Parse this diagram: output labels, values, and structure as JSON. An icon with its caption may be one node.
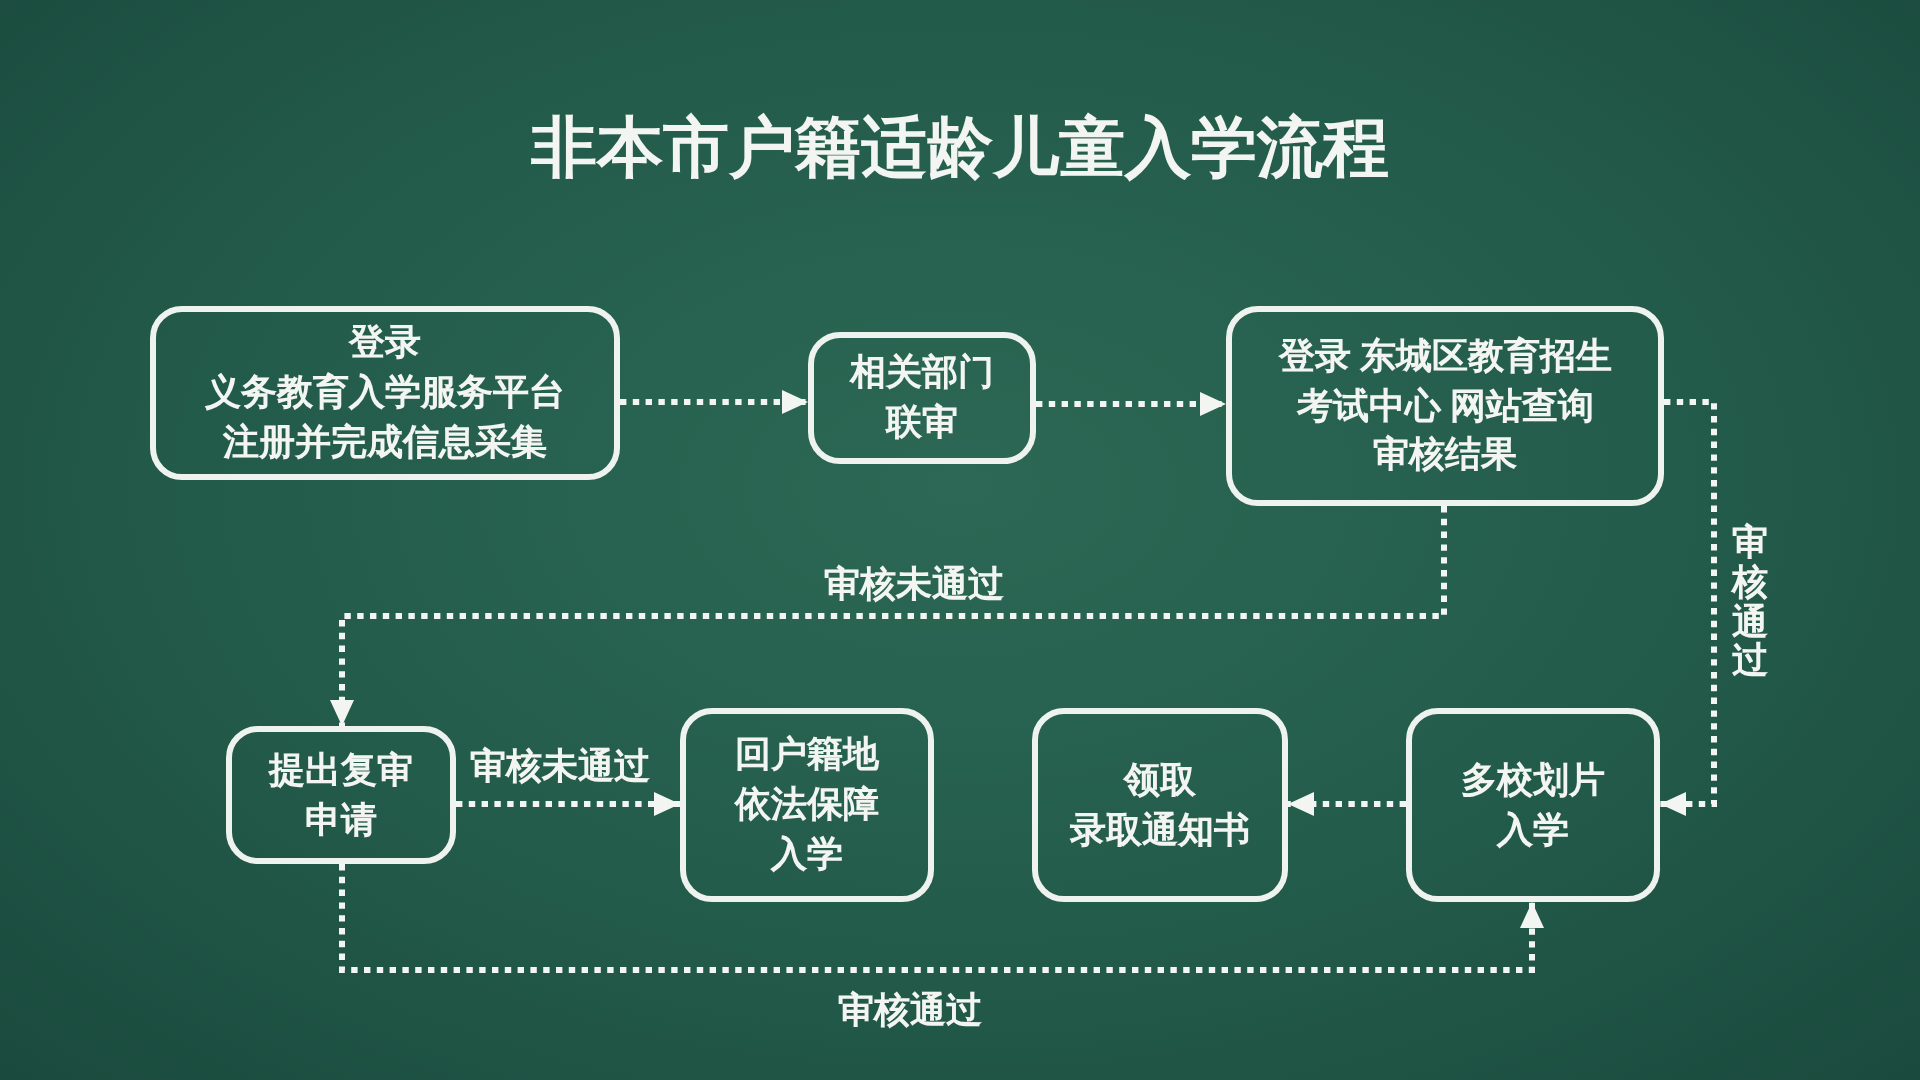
{
  "diagram": {
    "title": "非本市户籍适龄儿童入学流程",
    "nodes": [
      {
        "text": [
          "登录义务教育入学服务平台注册并完成信息采集"
        ]
      },
      {
        "text": [
          "相关部门联审"
        ]
      },
      {
        "text": [
          "登录 东城区教育招生考试中心 网站查询审核结果"
        ]
      },
      {
        "text": [
          "提出复审申请"
        ]
      },
      {
        "text": [
          "回户籍地依法保障入学"
        ]
      },
      {
        "text": [
          "领取录取通知书"
        ]
      },
      {
        "text": [
          "多校划片入学"
        ]
      }
    ],
    "edges": [
      {
        "from": 0,
        "to": 1,
        "arrow": "to",
        "style": "dashed"
      },
      {
        "from": 1,
        "to": 2,
        "arrow": "to",
        "style": "dashed"
      },
      {
        "from": 2,
        "to": 6,
        "arrow": "to",
        "style": "dashed",
        "label": "审核通过"
      },
      {
        "from": 2,
        "to": 3,
        "arrow": "to",
        "style": "dashed",
        "label": "审核未通过"
      },
      {
        "from": 3,
        "to": 4,
        "arrow": "to",
        "style": "dashed",
        "label": "审核未通过"
      },
      {
        "from": 6,
        "to": 5,
        "arrow": "to",
        "style": "dashed"
      },
      {
        "from": 3,
        "to": 6,
        "arrow": "to",
        "style": "dashed",
        "label": "审核通过"
      }
    ]
  }
}
